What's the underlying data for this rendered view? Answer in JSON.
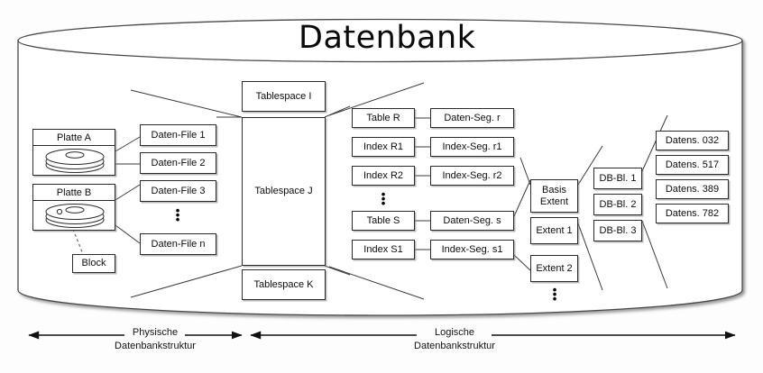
{
  "diagram": {
    "title": "Datenbank",
    "title_icon": "database-cylinder-icon"
  },
  "physical": {
    "disks": [
      {
        "label": "Platte A",
        "icon": "disk-platter-icon"
      },
      {
        "label": "Platte B",
        "icon": "disk-platter-icon"
      }
    ],
    "block": {
      "label": "Block"
    },
    "data_files": [
      {
        "label": "Daten-File 1"
      },
      {
        "label": "Daten-File 2"
      },
      {
        "label": "Daten-File 3"
      },
      {
        "label": "Daten-File n"
      }
    ],
    "data_files_ellipsis": "vertical-ellipsis"
  },
  "logical": {
    "tablespaces": [
      {
        "label": "Tablespace I"
      },
      {
        "label": "Tablespace J"
      },
      {
        "label": "Tablespace K"
      }
    ],
    "objects": [
      {
        "label": "Table R"
      },
      {
        "label": "Index R1"
      },
      {
        "label": "Index R2"
      },
      {
        "label": "Table S"
      },
      {
        "label": "Index S1"
      }
    ],
    "segments": [
      {
        "label": "Daten-Seg. r"
      },
      {
        "label": "Index-Seg. r1"
      },
      {
        "label": "Index-Seg. r2"
      },
      {
        "label": "Daten-Seg. s"
      },
      {
        "label": "Index-Seg. s1"
      }
    ],
    "extents": [
      {
        "line1": "Basis",
        "line2": "Extent"
      },
      {
        "label": "Extent 1"
      },
      {
        "label": "Extent 2"
      }
    ],
    "db_blocks": [
      {
        "label": "DB-Bl. 1"
      },
      {
        "label": "DB-Bl. 2"
      },
      {
        "label": "DB-Bl. 3"
      }
    ],
    "data_records": [
      {
        "label": "Datens. 032"
      },
      {
        "label": "Datens. 517"
      },
      {
        "label": "Datens. 389"
      },
      {
        "label": "Datens. 782"
      }
    ]
  },
  "footer": {
    "physical": {
      "line1": "Physische",
      "line2": "Datenbankstruktur"
    },
    "logical": {
      "line1": "Logische",
      "line2": "Datenbankstruktur"
    }
  },
  "colors": {
    "stroke": "#2b2b2b",
    "text": "#0d0d0d",
    "background": "#ffffff",
    "shadow": "#828282"
  }
}
